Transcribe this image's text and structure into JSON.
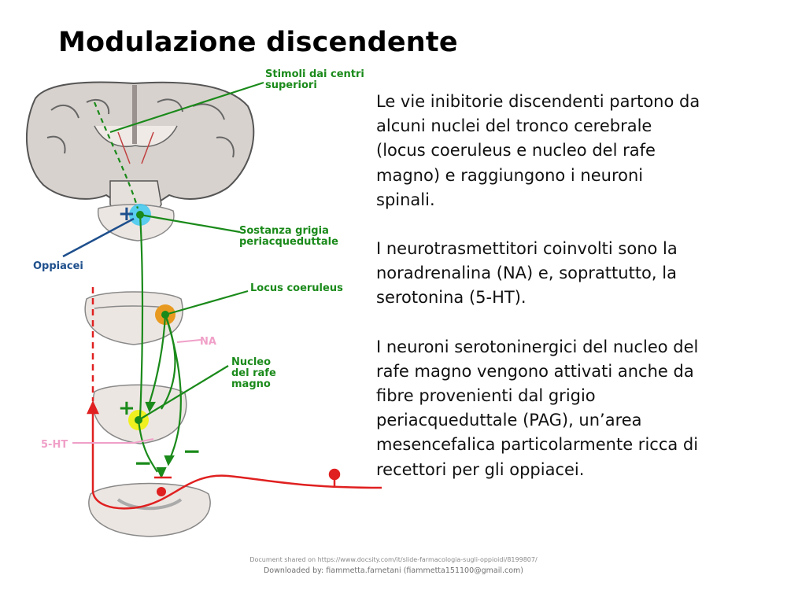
{
  "slide": {
    "title": "Modulazione discendente"
  },
  "diagram": {
    "labels": {
      "stimoli_1": "Stimoli dai centri",
      "stimoli_2": "superiori",
      "sostanza_1": "Sostanza grigia",
      "sostanza_2": "periacqueduttale",
      "oppiacei": "Oppiacei",
      "locus": "Locus coeruleus",
      "na": "NA",
      "nucleo_1": "Nucleo",
      "nucleo_2": "del rafe",
      "nucleo_3": "magno",
      "ht": "5-HT",
      "plus_top": "+",
      "plus_mid": "+",
      "minus_left": "−",
      "minus_right": "−"
    },
    "colors": {
      "green": "#1a8a1a",
      "blue": "#1e4f8c",
      "red": "#e02020",
      "pink": "#f0a0c8",
      "orange": "#e89a20",
      "yellow": "#f0f020",
      "cyan": "#40c8f0"
    }
  },
  "body": {
    "paragraphs": [
      [
        "Le vie inibitorie discendenti partono da",
        "alcuni nuclei del tronco cerebrale",
        "(locus coeruleus e nucleo del rafe",
        "magno) e raggiungono i neuroni",
        "spinali."
      ],
      [
        "I neurotrasmettitori coinvolti sono la",
        "noradrenalina (NA) e, soprattutto, la",
        "serotonina (5-HT)."
      ],
      [
        "I neuroni serotoninergici del nucleo del",
        "rafe magno vengono attivati anche da",
        "fibre provenienti dal grigio",
        "periacqueduttale (PAG), un’area",
        "mesencefalica particolarmente ricca di",
        "recettori per gli oppiacei."
      ]
    ]
  },
  "footer": {
    "line1": "Document shared on https://www.docsity.com/it/slide-farmacologia-sugli-oppioidi/8199807/",
    "line2": "Downloaded by: fiammetta.farnetani (fiammetta151100@gmail.com)"
  }
}
